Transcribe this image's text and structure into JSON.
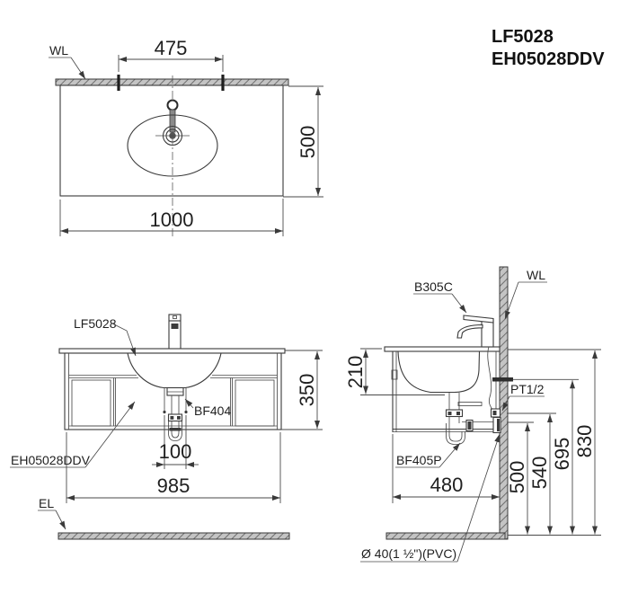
{
  "title": {
    "model_1": "LF5028",
    "model_2": "EH05028DDV"
  },
  "top_view": {
    "wall_label": "WL",
    "dim_faucet_centers": "475",
    "dim_width": "1000",
    "dim_depth": "500"
  },
  "front_view": {
    "basin_label": "LF5028",
    "cabinet_label": "EH05028DDV",
    "drain_label": "BF404",
    "floor_label": "EL",
    "dim_drain_recess": "100",
    "dim_cabinet_width": "985",
    "dim_height": "350"
  },
  "side_view": {
    "faucet_label": "B305C",
    "wall_label": "WL",
    "supply_label": "PT1/2",
    "trap_label": "BF405P",
    "waste_label": "Ø 40(1 ½\")(PVC)",
    "dim_counter_to_drain": "210",
    "dim_depth": "480",
    "dim_drain_outlet_height": "500",
    "dim_valve_height": "540",
    "dim_supply_height": "695",
    "dim_counter_height": "830"
  },
  "colors": {
    "line": "#3a3a3a",
    "text": "#1f1f1f",
    "hatch_fill": "#c4c4c4",
    "hatch_stroke": "#6f6f6f"
  }
}
